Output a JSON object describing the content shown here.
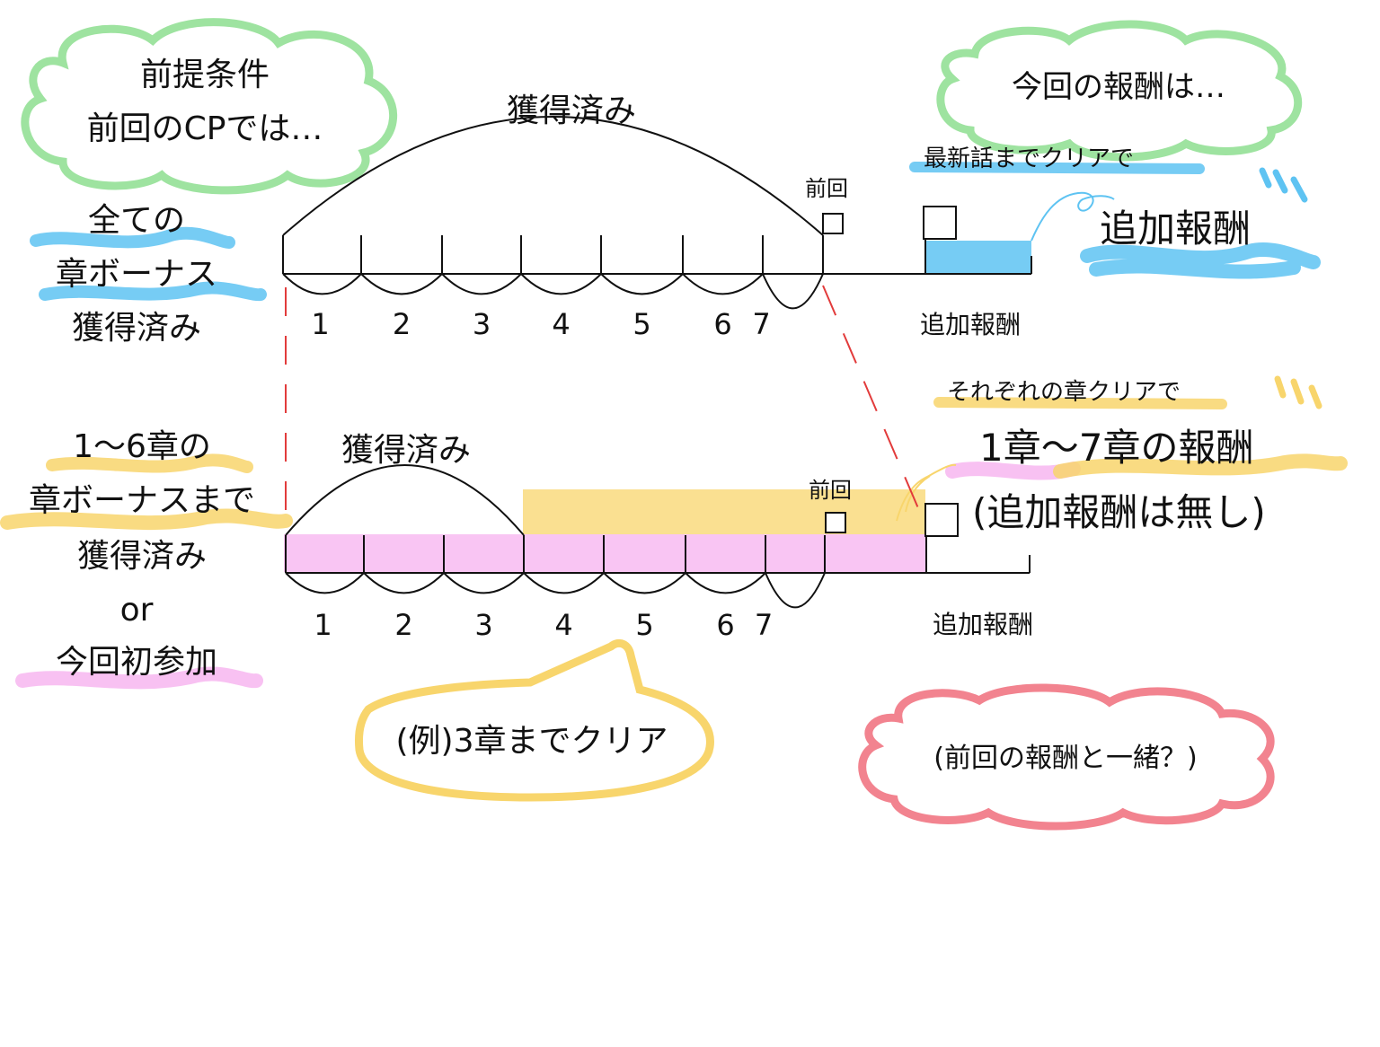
{
  "colors": {
    "blue": "#5ec3f2",
    "yellow": "#f8d56c",
    "pink": "#f7b6f0",
    "green_cloud": "#9ee3a0",
    "red_cloud": "#f2838f",
    "red_dash": "#e23b3b",
    "line": "#111111"
  },
  "cloud_premise": {
    "line1": "前提条件",
    "line2": "前回のCPでは…"
  },
  "cloud_this_time": {
    "text": "今回の報酬は…"
  },
  "cloud_question": {
    "text": "(前回の報酬と一緒？)"
  },
  "bubble_example": {
    "text": "(例)3章までクリア"
  },
  "top": {
    "arc_label": "獲得済み",
    "prev_label": "前回",
    "left_label": [
      "全ての",
      "章ボーナス",
      "獲得済み"
    ],
    "chapters": [
      "1",
      "2",
      "3",
      "4",
      "5",
      "6",
      "7"
    ],
    "extra_label": "追加報酬",
    "note_small": "最新話までクリアで",
    "note_big": "追加報酬"
  },
  "bottom": {
    "arc_label": "獲得済み",
    "prev_label": "前回",
    "left_label": [
      "1〜6章の",
      "章ボーナスまで",
      "獲得済み",
      "or",
      "今回初参加"
    ],
    "chapters": [
      "1",
      "2",
      "3",
      "4",
      "5",
      "6",
      "7"
    ],
    "extra_label": "追加報酬",
    "note_small": "それぞれの章クリアで",
    "note_big_1": "1章〜7章の報酬",
    "note_big_2": "(追加報酬は無し)"
  }
}
